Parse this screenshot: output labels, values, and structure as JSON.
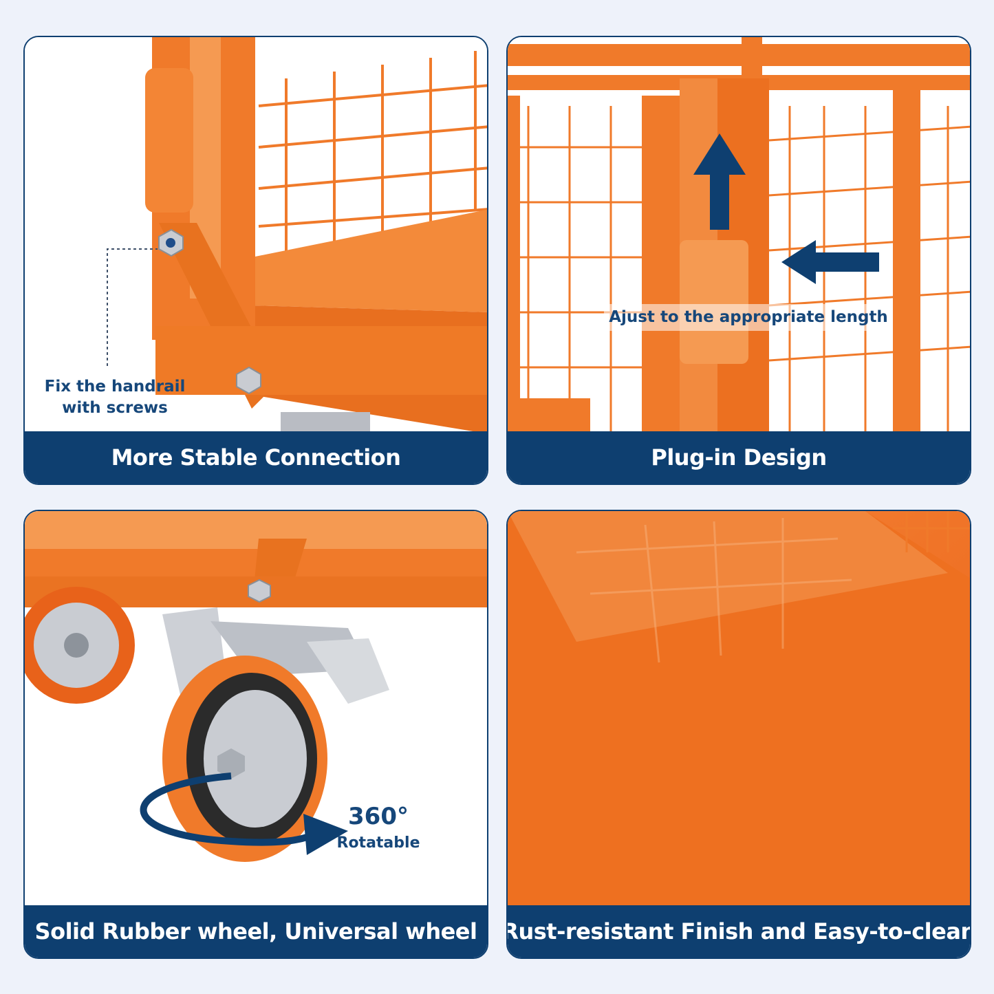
{
  "colors": {
    "brand_blue": "#0e3f70",
    "cart_orange": "#f07a2a",
    "background": "#eef2fa"
  },
  "panels": [
    {
      "caption": "More Stable Connection",
      "note_lines": [
        "Fix the handrail",
        "with screws"
      ]
    },
    {
      "caption": "Plug-in Design",
      "note": "Ajust to the appropriate length"
    },
    {
      "caption": "Solid Rubber wheel, Universal wheel",
      "note_big": "360°",
      "note_small": "Rotatable"
    },
    {
      "caption": "Rust-resistant Finish and Easy-to-clean"
    }
  ],
  "icons": [
    "up-arrow-icon",
    "left-arrow-icon",
    "rotation-arrow-icon",
    "bolt-icon"
  ]
}
